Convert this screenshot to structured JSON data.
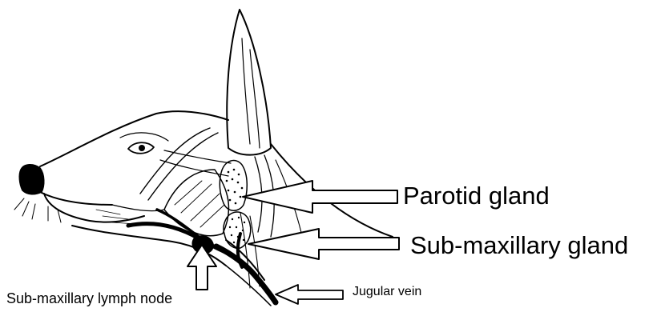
{
  "labels": {
    "parotid_gland": "Parotid gland",
    "sub_maxillary_gland": "Sub-maxillary gland",
    "sub_maxillary_lymph_node": "Sub-maxillary lymph node",
    "jugular_vein": "Jugular vein"
  },
  "colors": {
    "ink": "#000000",
    "background": "#ffffff"
  }
}
